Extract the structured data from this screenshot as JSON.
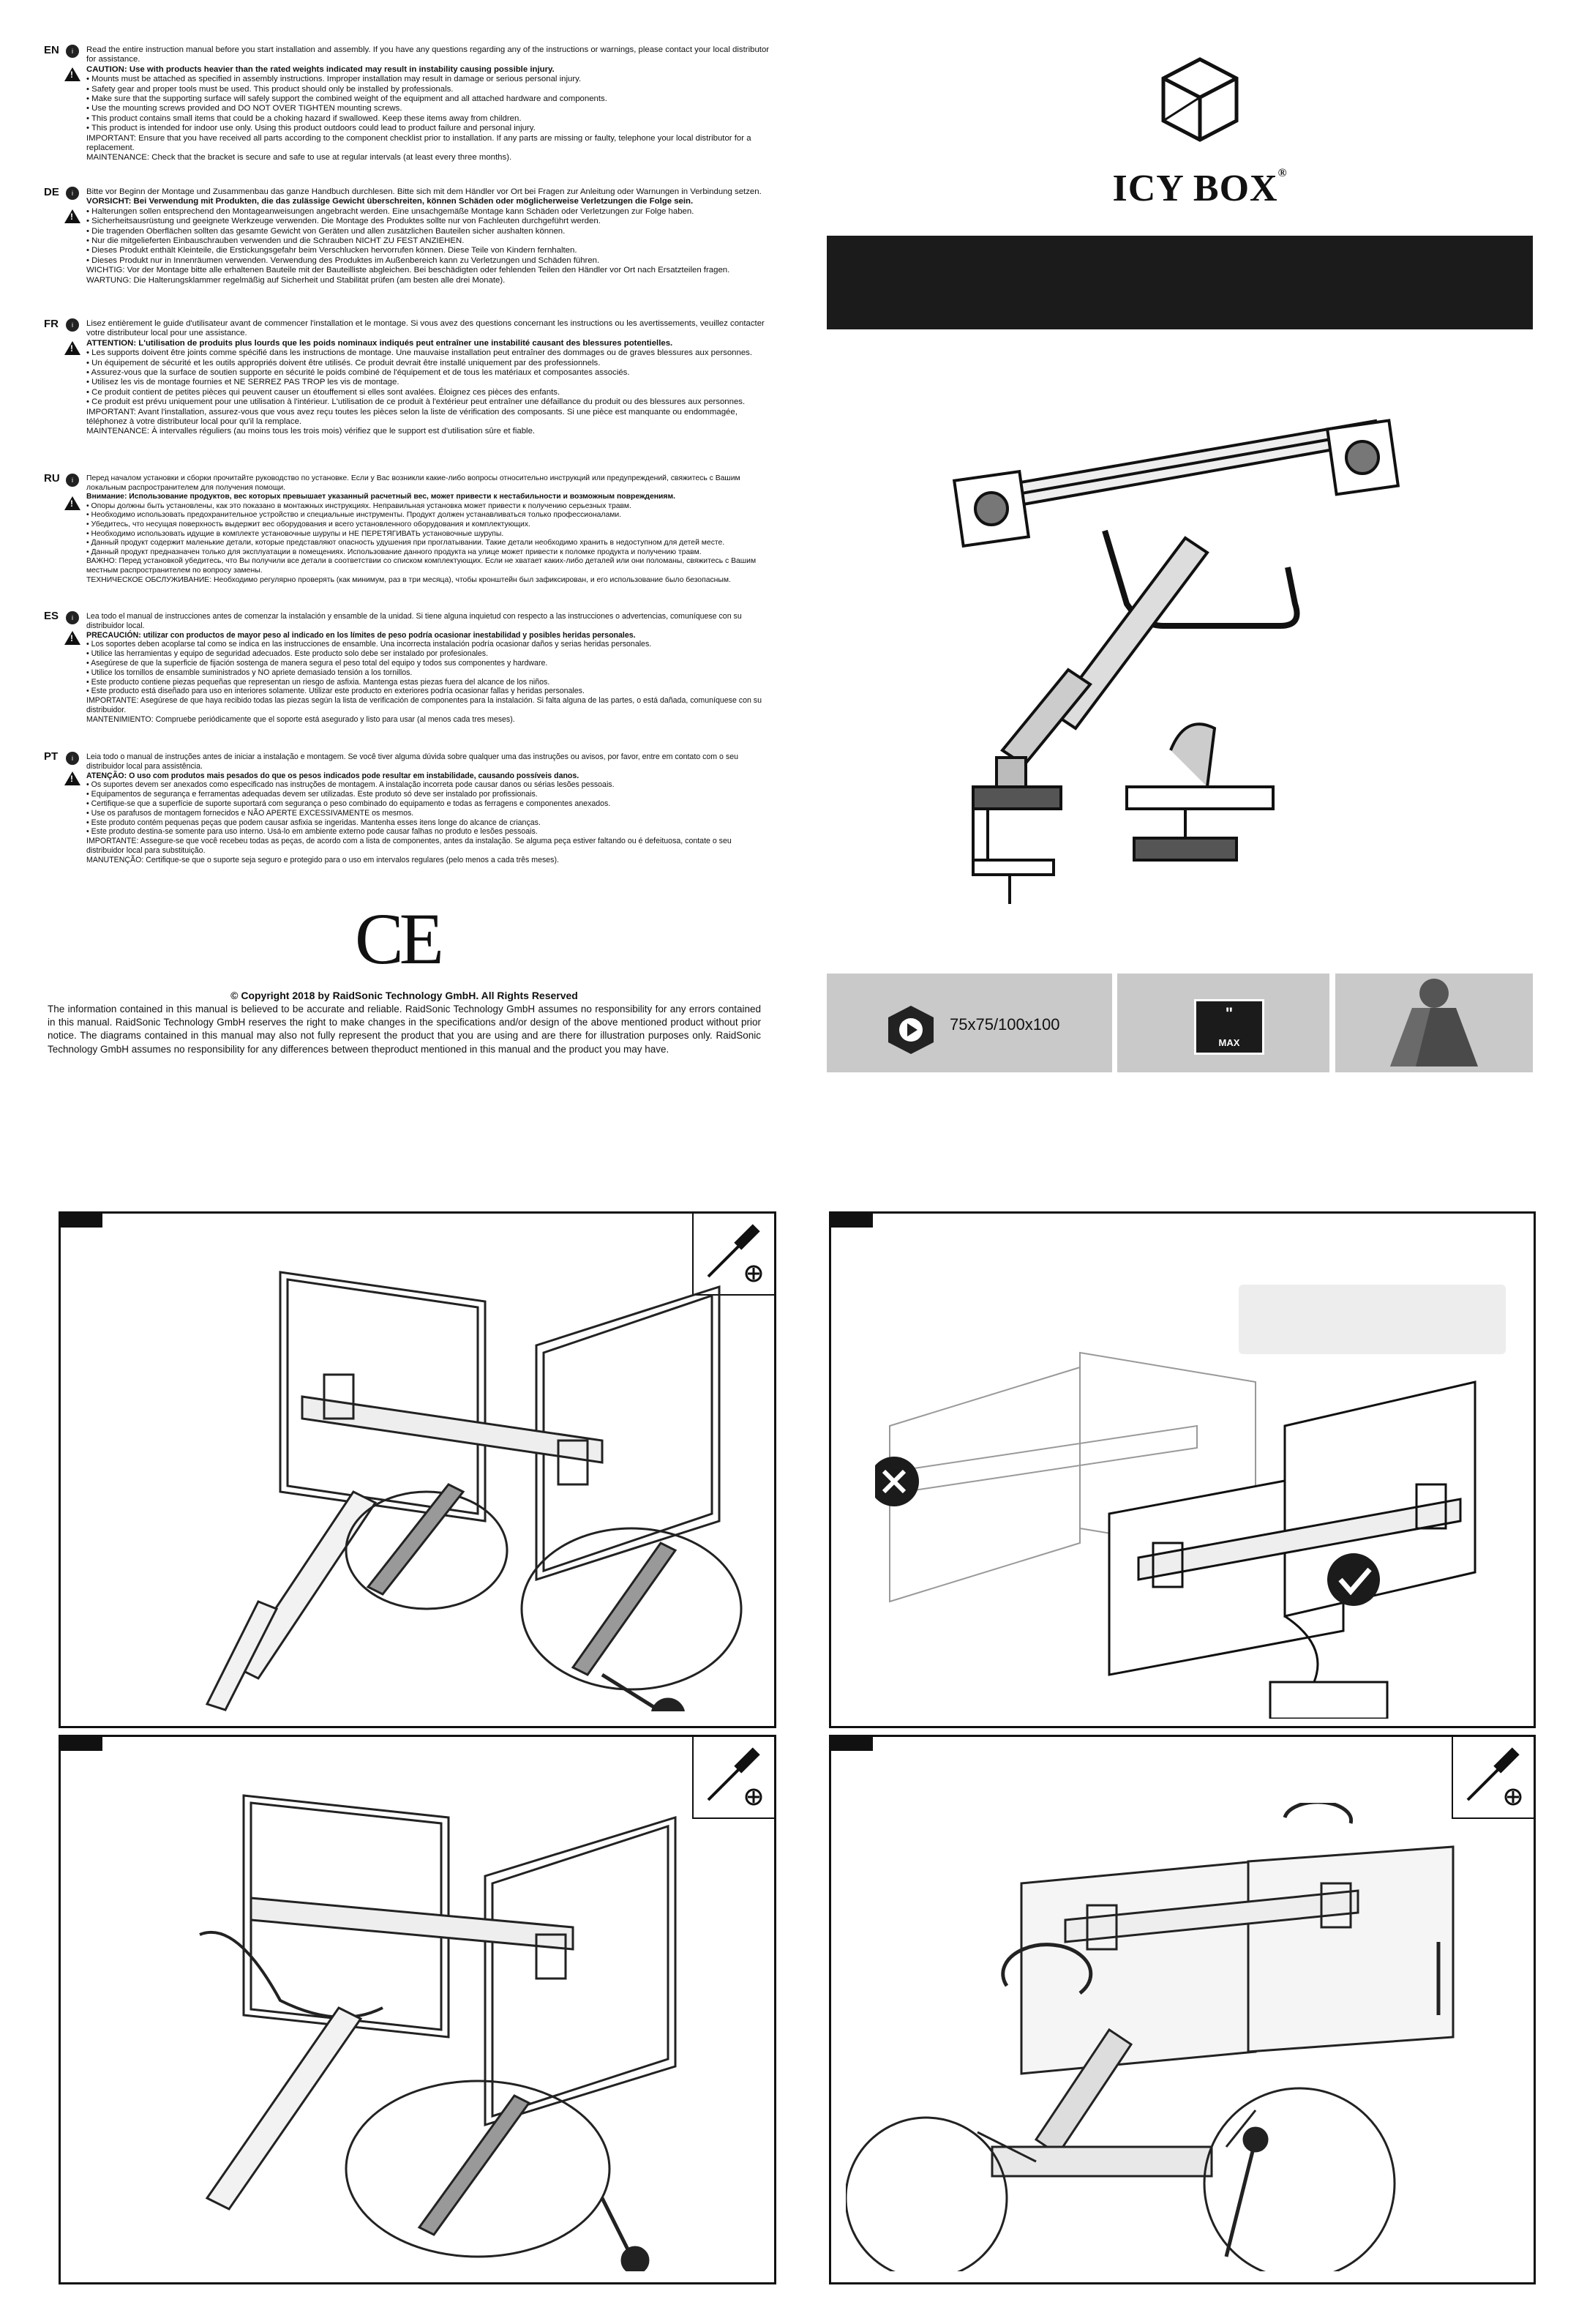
{
  "languages": [
    {
      "code": "EN",
      "paragraphs": [
        "Read the entire instruction manual before you start installation and assembly. If you have any questions regarding any of the instructions or warnings, please contact your local distributor for assistance.",
        "CAUTION: Use with products heavier than the rated weights indicated may result in instability causing possible injury.",
        "• Mounts must be attached as specified in assembly instructions. Improper installation may result in damage or serious personal injury.",
        "• Safety gear and proper tools must be used. This product should only be installed by professionals.",
        "• Make sure that the supporting surface will safely support the combined weight of the equipment and all attached hardware and components.",
        "• Use the mounting screws provided and DO NOT OVER TIGHTEN mounting screws.",
        "• This product contains small items that could be a choking hazard if swallowed. Keep these items away from children.",
        "• This product is intended for indoor use only. Using this product outdoors could lead to product failure and personal injury.",
        "IMPORTANT: Ensure that you have received all parts according to the component checklist prior to installation. If any parts are missing or faulty, telephone your local distributor for a replacement.",
        "MAINTENANCE: Check that the bracket is secure and safe to use at regular intervals (at least every three months)."
      ]
    },
    {
      "code": "DE",
      "paragraphs": [
        "Bitte vor Beginn der Montage und Zusammenbau das ganze Handbuch durchlesen. Bitte sich mit dem Händler vor Ort bei Fragen zur Anleitung oder Warnungen in Verbindung setzen.",
        "VORSICHT: Bei Verwendung mit Produkten, die das zulässige Gewicht überschreiten, können Schäden oder möglicherweise Verletzungen die Folge sein.",
        "• Halterungen sollen entsprechend den Montageanweisungen angebracht werden. Eine unsachgemäße Montage kann Schäden oder Verletzungen zur Folge haben.",
        "• Sicherheitsausrüstung und geeignete Werkzeuge verwenden. Die Montage des Produktes sollte nur von Fachleuten durchgeführt werden.",
        "• Die tragenden Oberflächen sollten das gesamte Gewicht von Geräten und allen zusätzlichen Bauteilen sicher aushalten können.",
        "• Nur die mitgelieferten Einbauschrauben verwenden und die Schrauben NICHT ZU FEST ANZIEHEN.",
        "• Dieses Produkt enthält Kleinteile, die Erstickungsgefahr beim Verschlucken hervorrufen können. Diese Teile von Kindern fernhalten.",
        "• Dieses Produkt nur in Innenräumen verwenden. Verwendung des Produktes im Außenbereich kann zu Verletzungen und Schäden führen.",
        "WICHTIG: Vor der Montage bitte alle erhaltenen Bauteile mit der Bauteilliste abgleichen. Bei beschädigten oder fehlenden Teilen den Händler vor Ort nach Ersatzteilen fragen.",
        "WARTUNG: Die Halterungsklammer regelmäßig auf Sicherheit und Stabilität prüfen (am besten alle drei Monate)."
      ]
    },
    {
      "code": "FR",
      "paragraphs": [
        "Lisez entièrement le guide d'utilisateur avant de commencer l'installation et le montage. Si vous avez des questions concernant les instructions ou les avertissements, veuillez contacter votre distributeur local pour une assistance.",
        "ATTENTION: L'utilisation de produits plus lourds que les poids nominaux indiqués peut entraîner une instabilité causant des blessures potentielles.",
        "• Les supports doivent être joints comme spécifié dans les instructions de montage. Une mauvaise installation peut entraîner des dommages ou de graves blessures aux personnes.",
        "• Un équipement de sécurité et les outils appropriés doivent être utilisés. Ce produit devrait être installé uniquement par des professionnels.",
        "• Assurez-vous que la surface de soutien supporte en sécurité le poids combiné de l'équipement et de tous les matériaux et composantes associés.",
        "• Utilisez les vis de montage fournies et NE SERREZ PAS TROP les vis de montage.",
        "• Ce produit contient de petites pièces qui peuvent causer un étouffement si elles sont avalées. Éloignez ces pièces des enfants.",
        "• Ce produit est prévu uniquement pour une utilisation à l'intérieur. L'utilisation de ce produit à l'extérieur peut entraîner une défaillance du produit ou des blessures aux personnes.",
        "IMPORTANT: Avant l'installation, assurez-vous que vous avez reçu toutes les pièces selon la liste de vérification des composants. Si une pièce est manquante ou endommagée, téléphonez à votre distributeur local pour qu'il la remplace.",
        "MAINTENANCE: À intervalles réguliers (au moins tous les trois mois) vérifiez que le support est d'utilisation sûre et fiable."
      ]
    },
    {
      "code": "RU",
      "paragraphs": [
        "Перед началом установки и сборки прочитайте руководство по установке. Если у Вас возникли какие-либо вопросы относительно инструкций или предупреждений, свяжитесь с Вашим локальным распространителем для получения помощи.",
        "Внимание: Использование продуктов, вес которых превышает указанный расчетный вес, может привести к нестабильности и возможным повреждениям.",
        "• Опоры должны быть установлены, как это показано в монтажных инструкциях. Неправильная установка может привести к получению серьезных травм.",
        "• Необходимо использовать предохранительное устройство и специальные инструменты. Продукт должен устанавливаться только профессионалами.",
        "• Убедитесь, что несущая поверхность выдержит вес оборудования и всего установленного оборудования и комплектующих.",
        "• Необходимо использовать идущие в комплекте установочные шурупы и НЕ ПЕРЕТЯГИВАТЬ установочные шурупы.",
        "• Данный продукт содержит маленькие детали, которые представляют опасность удушения при проглатывании. Такие детали необходимо хранить в недоступном для детей месте.",
        "• Данный продукт предназначен только для эксплуатации в помещениях. Использование данного продукта на улице может привести к поломке продукта и получению травм.",
        "ВАЖНО: Перед установкой убедитесь, что Вы получили все детали в соответствии со списком комплектующих. Если не хватает каких-либо деталей или они поломаны, свяжитесь с Вашим местным распространителем по вопросу замены.",
        "ТЕХНИЧЕСКОЕ ОБСЛУЖИВАНИЕ: Необходимо регулярно проверять (как минимум, раз в три месяца), чтобы кронштейн был зафиксирован, и его использование было безопасным."
      ]
    },
    {
      "code": "ES",
      "paragraphs": [
        "Lea todo el manual de instrucciones antes de comenzar la instalación y ensamble de la unidad. Si tiene alguna inquietud con respecto a las instrucciones o advertencias, comuníquese con su distribuidor local.",
        "PRECAUCIÓN: utilizar con productos de mayor peso al indicado en los límites de peso podría ocasionar inestabilidad y posibles heridas personales.",
        "• Los soportes deben acoplarse tal como se indica en las instrucciones de ensamble. Una incorrecta instalación podría ocasionar daños y serias heridas personales.",
        "• Utilice las herramientas y equipo de seguridad adecuados. Este producto solo debe ser instalado por profesionales.",
        "• Asegúrese de que la superficie de fijación sostenga de manera segura el peso total del equipo y todos sus componentes y hardware.",
        "• Utilice los tornillos de ensamble suministrados y NO apriete demasiado tensión a los tornillos.",
        "• Este producto contiene piezas pequeñas que representan un riesgo de asfixia. Mantenga estas piezas fuera del alcance de los niños.",
        "• Este producto está diseñado para uso en interiores solamente. Utilizar este producto en exteriores podría ocasionar fallas y heridas personales.",
        "IMPORTANTE: Asegúrese de que haya recibido todas las piezas según la lista de verificación de componentes para la instalación. Si falta alguna de las partes, o está dañada, comuníquese con su distribuidor.",
        "MANTENIMIENTO: Compruebe periódicamente que el soporte está asegurado y listo para usar (al menos cada tres meses)."
      ]
    },
    {
      "code": "PT",
      "paragraphs": [
        "Leia todo o manual de instruções antes de iniciar a instalação e montagem. Se você tiver alguma dúvida sobre qualquer uma das instruções ou avisos, por favor, entre em contato com o seu distribuidor local para assistência.",
        "ATENÇÃO: O uso com produtos mais pesados do que os pesos indicados pode resultar em instabilidade, causando possíveis danos.",
        "• Os suportes devem ser anexados como especificado nas instruções de montagem. A instalação incorreta pode causar danos ou sérias lesões pessoais.",
        "• Equipamentos de segurança e ferramentas adequadas devem ser utilizadas. Este produto só deve ser instalado por profissionais.",
        "• Certifique-se que a superfície de suporte suportará com segurança o peso combinado do equipamento e todas as ferragens e componentes anexados.",
        "• Use os parafusos de montagem fornecidos e NÃO APERTE EXCESSIVAMENTE os mesmos.",
        "• Este produto contém pequenas peças que podem causar asfixia se ingeridas. Mantenha esses itens longe do alcance de crianças.",
        "• Este produto destina-se somente para uso interno. Usá-lo em ambiente externo pode causar falhas no produto e lesões pessoais.",
        "IMPORTANTE: Assegure-se que você recebeu todas as peças, de acordo com a lista de componentes, antes da instalação. Se alguma peça estiver faltando ou é defeituosa, contate o seu distribuidor local para substituição.",
        "MANUTENÇÃO: Certifique-se que o suporte seja seguro e protegido para o uso em intervalos regulares (pelo menos a cada três meses)."
      ]
    }
  ],
  "ce_mark": "CE",
  "copyright": "© Copyright 2018 by RaidSonic Technology GmbH. All Rights Reserved",
  "disclaimer": "The information contained in this manual is believed to be accurate and reliable. RaidSonic Technology GmbH assumes no responsibility for any errors contained in this manual. RaidSonic Technology GmbH reserves the right to make changes in the specifications and/or design of the above mentioned product without prior notice. The diagrams contained in this manual may also not fully represent the product that you are using and are there for illustration purposes only. RaidSonic Technology GmbH assumes no responsibility for any differences between theproduct mentioned in this manual and the product you may have.",
  "brand": {
    "name": "ICY BOX",
    "registered": "®"
  },
  "specs": {
    "vesa_sizes": "75x75/100x100",
    "max_label": "MAX",
    "max_icon_mark": "\""
  },
  "colors": {
    "black_bar": "#1b1b1b",
    "spec_grey": "#c9c9c9",
    "panel_border": "#111111"
  }
}
